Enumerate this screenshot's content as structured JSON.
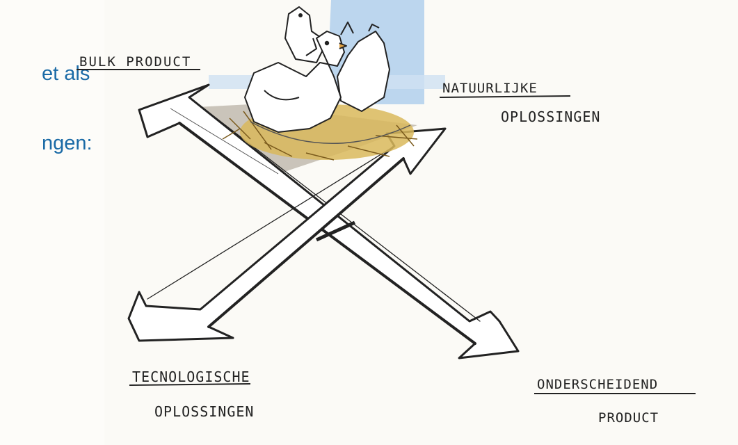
{
  "slide_text": {
    "line1": "et als",
    "line2": "ngen:"
  },
  "diagram": {
    "labels": {
      "top_left": "BULK PRODUCT",
      "top_right_line1": "NATUURLIJKE",
      "top_right_line2": "OPLOSSINGEN",
      "bottom_left_line1": "TECNOLOGISCHE",
      "bottom_left_line2": "OPLOSSINGEN",
      "bottom_right_line1": "ONDERSCHEIDEND",
      "bottom_right_line2": "PRODUCT"
    },
    "illustration": "hens on nest",
    "colors": {
      "ink": "#222222",
      "sky_blue": "#bcd6ee",
      "nest_straw": "#d9b95c",
      "shadow_gray": "#b9b2a5",
      "text_blue": "#1a6aa6"
    }
  }
}
